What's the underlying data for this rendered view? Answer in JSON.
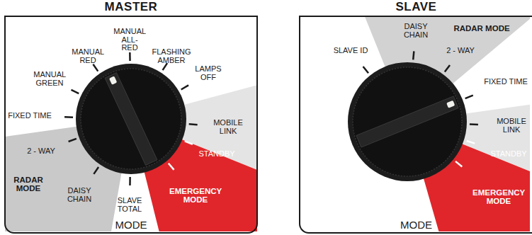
{
  "diagram": {
    "nodes": [
      {
        "text": [
          "MASTER",
          "MODE"
        ]
      },
      {
        "text": [
          "SLAVE",
          "MODE"
        ]
      }
    ],
    "labels": [
      "MANUAL ALL-RED",
      "MANUAL RED",
      "FLASHING AMBER",
      "MANUAL GREEN",
      "LAMPS OFF",
      "FIXED TIME",
      "MOBILE LINK",
      "2 - WAY",
      "STANDBY",
      "RADAR MODE",
      "DAISY CHAIN",
      "SLAVE TOTAL",
      "EMERGENCY MODE",
      "SLAVE ID",
      "DAISY CHAIN",
      "RADAR MODE",
      "2 - WAY",
      "FIXED TIME",
      "MOBILE LINK",
      "STANDBY",
      "EMERGENCY MODE"
    ]
  }
}
